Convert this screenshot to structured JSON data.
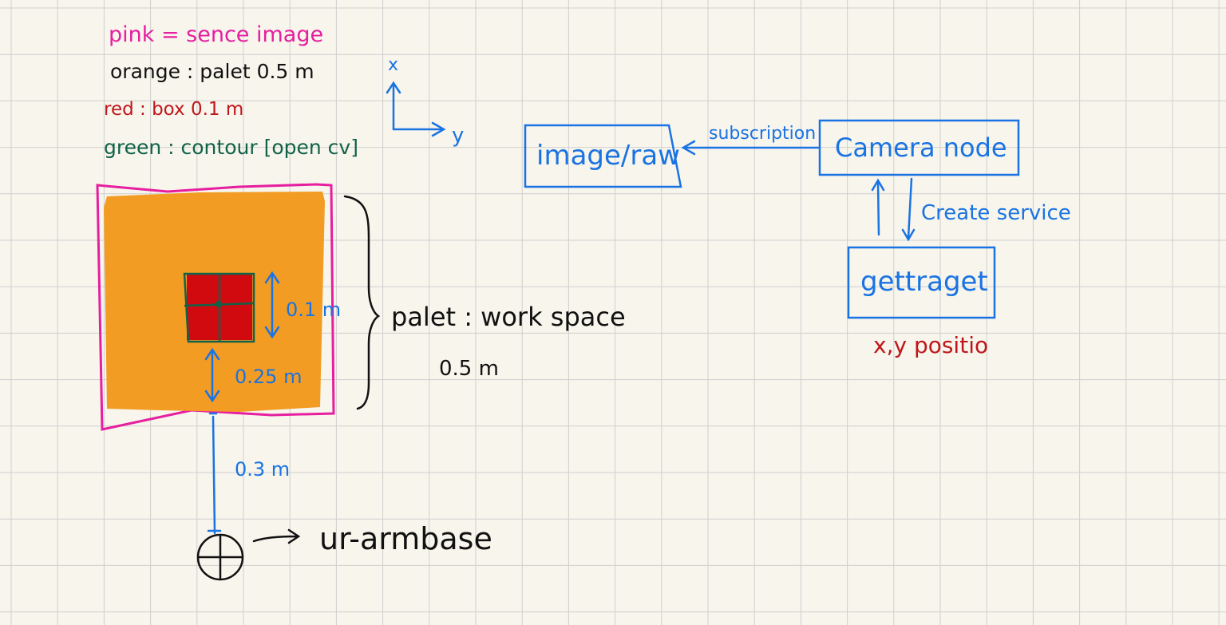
{
  "legend": {
    "pink": "pink = sence image",
    "orange": "orange : palet 0.5 m",
    "red": "red : box 0.1 m",
    "green": "green : contour [open cv]"
  },
  "axes": {
    "x": "x",
    "y": "y"
  },
  "workspace": {
    "box_dim": "0.1 m",
    "offset_dim": "0.25 m",
    "base_dim": "0.3 m",
    "palet_label": "palet : work space",
    "palet_size": "0.5 m",
    "base_label": "ur-armbase"
  },
  "flow": {
    "image_raw": "image/raw",
    "subscription": "subscription",
    "camera_node": "Camera node",
    "create_service": "Create service",
    "gettraget": "gettraget",
    "xy_position": "x,y positio"
  },
  "colors": {
    "background": "#f7f5ec",
    "grid": "#cfcfcf",
    "pink": "#e61e9f",
    "orange": "#f39c23",
    "red": "#d10a10",
    "green": "#12624a",
    "blue": "#1a73e3",
    "black": "#111111",
    "dark_red": "#c0161b"
  }
}
